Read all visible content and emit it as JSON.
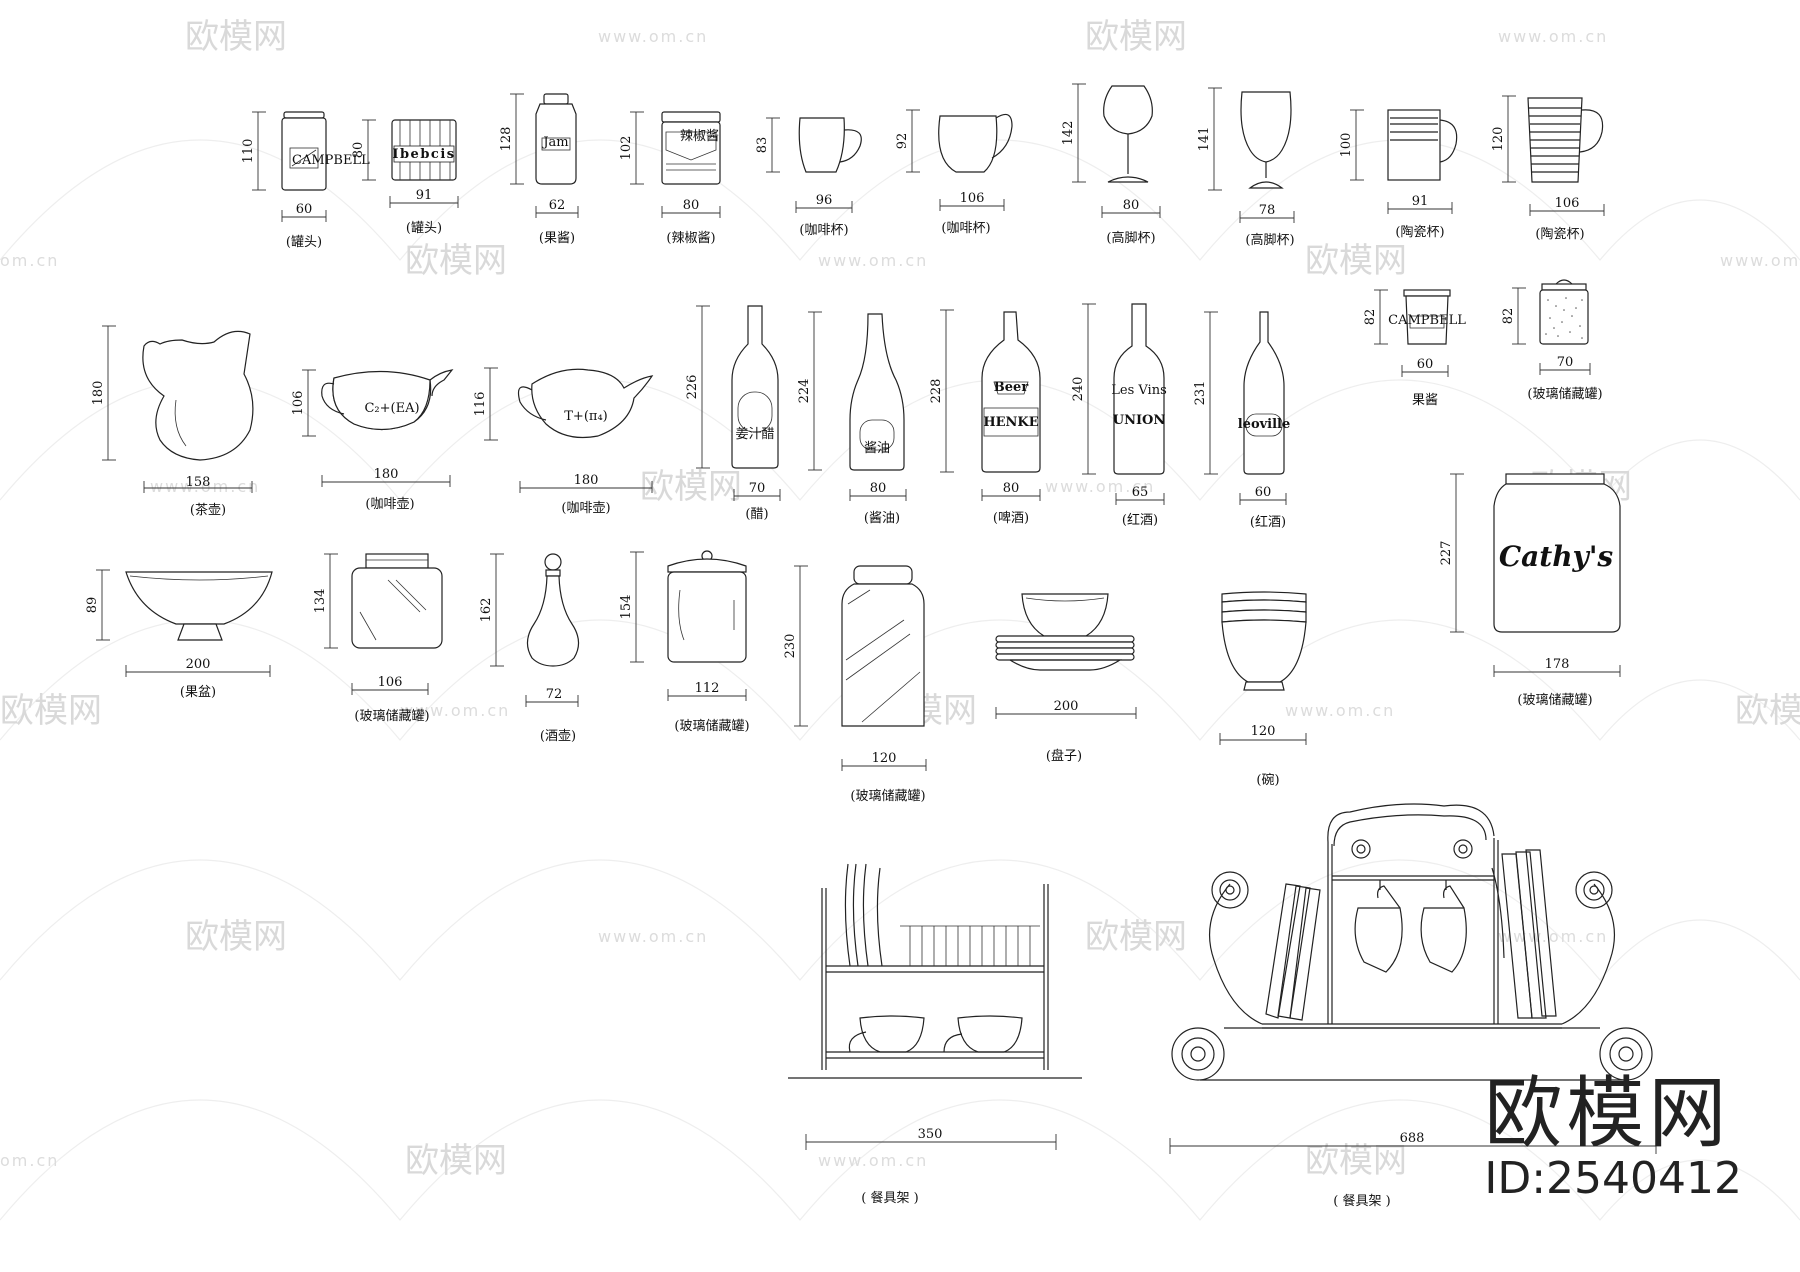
{
  "watermark": {
    "logo_text": "欧模网",
    "url_text": "www.om.cn",
    "url_fragment": "om.cn"
  },
  "brand": {
    "logo_text": "欧模网",
    "id_text": "ID:2540412"
  },
  "items": [
    {
      "key": "jar1",
      "caption": "(罐头)",
      "width": "60",
      "height": "110",
      "label": "CAMPBELL"
    },
    {
      "key": "can",
      "caption": "(罐头)",
      "width": "91",
      "height": "80",
      "label": "Ibebcis"
    },
    {
      "key": "jam1",
      "caption": "(果酱)",
      "width": "62",
      "height": "128",
      "label": "Jam"
    },
    {
      "key": "chili",
      "caption": "(辣椒酱)",
      "width": "80",
      "height": "102",
      "label": "辣椒酱"
    },
    {
      "key": "coffee1",
      "caption": "(咖啡杯)",
      "width": "96",
      "height": "83"
    },
    {
      "key": "coffee2",
      "caption": "(咖啡杯)",
      "width": "106",
      "height": "92"
    },
    {
      "key": "goblet1",
      "caption": "(高脚杯)",
      "width": "80",
      "height": "142"
    },
    {
      "key": "goblet2",
      "caption": "(高脚杯)",
      "width": "78",
      "height": "141"
    },
    {
      "key": "mug1",
      "caption": "(陶瓷杯)",
      "width": "91",
      "height": "100"
    },
    {
      "key": "mug2",
      "caption": "(陶瓷杯)",
      "width": "106",
      "height": "120"
    },
    {
      "key": "teapot",
      "caption": "(茶壶)",
      "width": "158",
      "height": "180"
    },
    {
      "key": "cpot1",
      "caption": "(咖啡壶)",
      "width": "180",
      "height": "106",
      "label": "C₂+(EA)"
    },
    {
      "key": "cpot2",
      "caption": "(咖啡壶)",
      "width": "180",
      "height": "116",
      "label": "T+(π₄)"
    },
    {
      "key": "vinegar",
      "caption": "(醋)",
      "width": "70",
      "height": "226",
      "label": "姜汁醋"
    },
    {
      "key": "soy",
      "caption": "(酱油)",
      "width": "80",
      "height": "224",
      "label": "酱油"
    },
    {
      "key": "beer",
      "caption": "(啤酒)",
      "width": "80",
      "height": "228",
      "label": "HENKE",
      "label2": "Beer"
    },
    {
      "key": "wine1",
      "caption": "(红酒)",
      "width": "65",
      "height": "240",
      "label": "UNION",
      "label2": "Les Vins"
    },
    {
      "key": "wine2",
      "caption": "(红酒)",
      "width": "60",
      "height": "231",
      "label": "leoville"
    },
    {
      "key": "jam2",
      "caption": "果酱",
      "width": "60",
      "height": "82",
      "label": "CAMPBELL"
    },
    {
      "key": "gjar_small",
      "caption": "(玻璃储藏罐)",
      "width": "70",
      "height": "82"
    },
    {
      "key": "bowl_fruit",
      "caption": "(果盆)",
      "width": "200",
      "height": "89"
    },
    {
      "key": "gjar1",
      "caption": "(玻璃储藏罐)",
      "width": "106",
      "height": "134"
    },
    {
      "key": "decanter",
      "caption": "(酒壶)",
      "width": "72",
      "height": "162"
    },
    {
      "key": "gjar2",
      "caption": "(玻璃储藏罐)",
      "width": "112",
      "height": "154"
    },
    {
      "key": "gjar3",
      "caption": "(玻璃储藏罐)",
      "width": "120",
      "height": "230"
    },
    {
      "key": "plates",
      "caption": "(盘子)",
      "width": "200"
    },
    {
      "key": "bowls",
      "caption": "(碗)",
      "width": "120"
    },
    {
      "key": "gjar_big",
      "caption": "(玻璃储藏罐)",
      "width": "178",
      "height": "227",
      "label": "Cathy's"
    },
    {
      "key": "rack1",
      "caption": "( 餐具架 )",
      "width": "350"
    },
    {
      "key": "rack2",
      "caption": "( 餐具架 )",
      "width": "688"
    }
  ]
}
